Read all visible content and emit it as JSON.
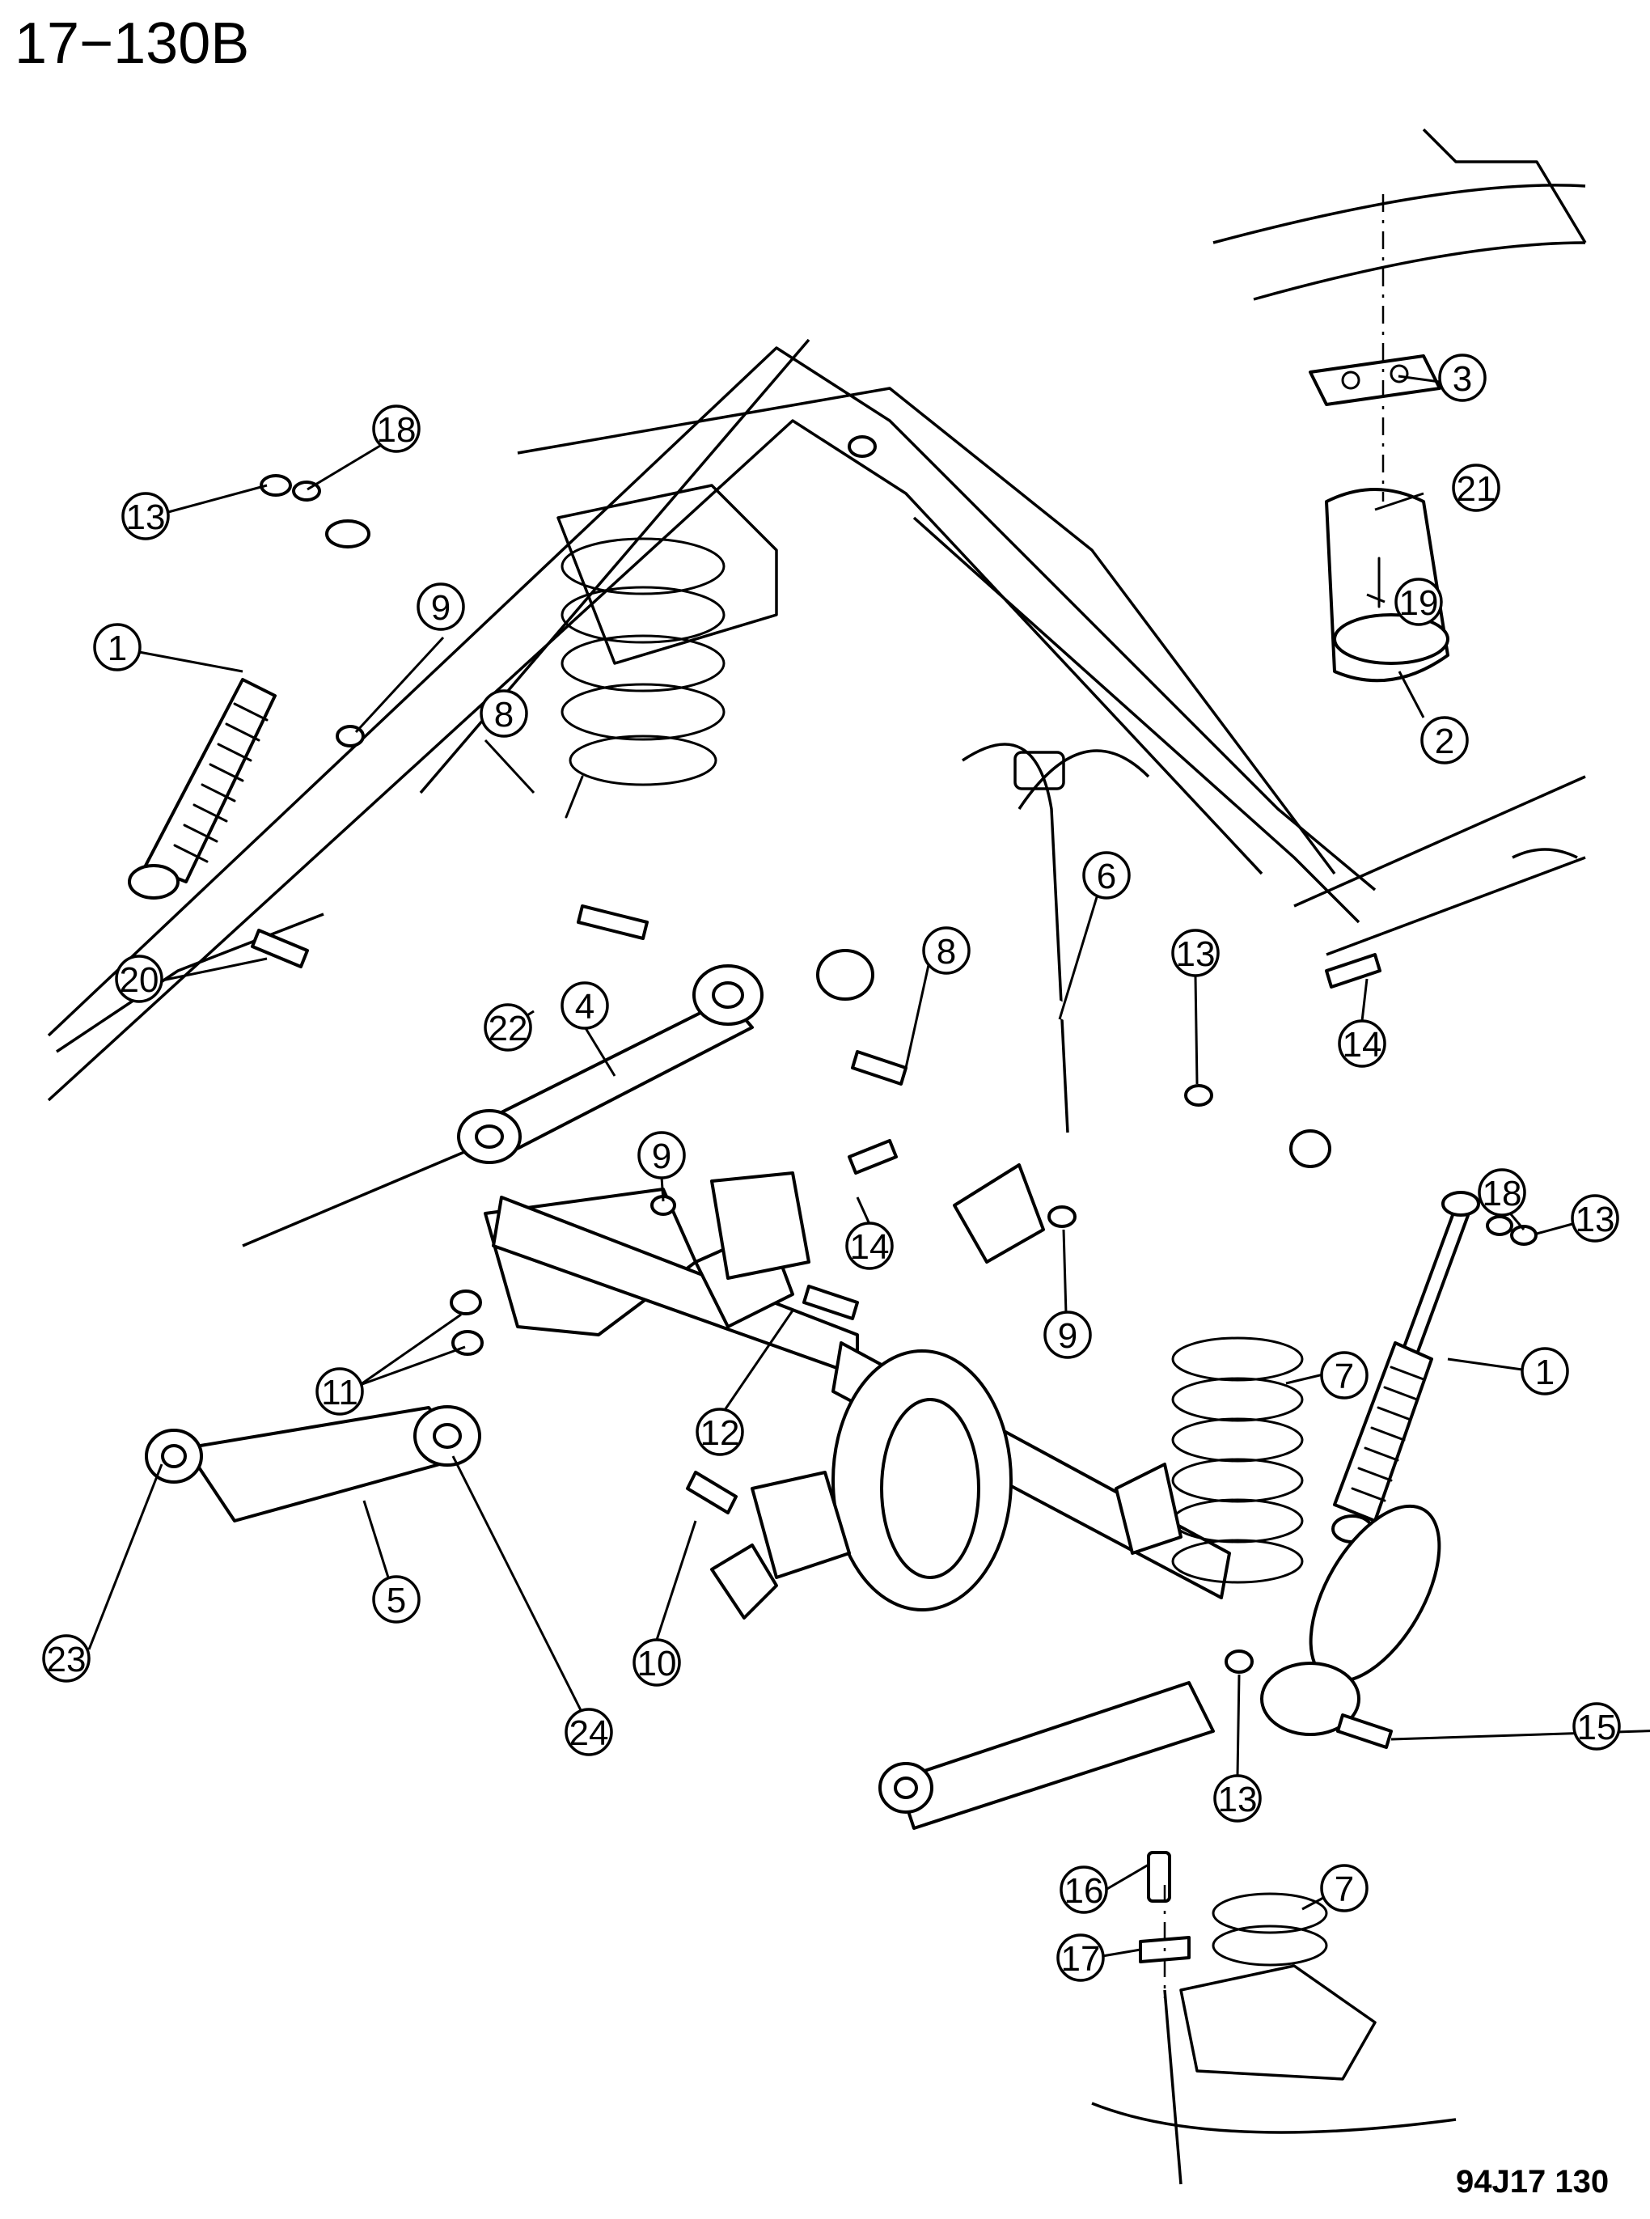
{
  "title": "17−130B",
  "figure_code": "94J17  130",
  "callouts": [
    {
      "id": "c1a",
      "label": "1"
    },
    {
      "id": "c1b",
      "label": "1"
    },
    {
      "id": "c2",
      "label": "2"
    },
    {
      "id": "c3",
      "label": "3"
    },
    {
      "id": "c4",
      "label": "4"
    },
    {
      "id": "c5",
      "label": "5"
    },
    {
      "id": "c6",
      "label": "6"
    },
    {
      "id": "c7a",
      "label": "7"
    },
    {
      "id": "c7b",
      "label": "7"
    },
    {
      "id": "c8a",
      "label": "8"
    },
    {
      "id": "c8b",
      "label": "8"
    },
    {
      "id": "c9a",
      "label": "9"
    },
    {
      "id": "c9b",
      "label": "9"
    },
    {
      "id": "c9c",
      "label": "9"
    },
    {
      "id": "c10",
      "label": "10"
    },
    {
      "id": "c11",
      "label": "11"
    },
    {
      "id": "c12",
      "label": "12"
    },
    {
      "id": "c13a",
      "label": "13"
    },
    {
      "id": "c13b",
      "label": "13"
    },
    {
      "id": "c13c",
      "label": "13"
    },
    {
      "id": "c13d",
      "label": "13"
    },
    {
      "id": "c14a",
      "label": "14"
    },
    {
      "id": "c14b",
      "label": "14"
    },
    {
      "id": "c15",
      "label": "15"
    },
    {
      "id": "c16",
      "label": "16"
    },
    {
      "id": "c17",
      "label": "17"
    },
    {
      "id": "c18a",
      "label": "18"
    },
    {
      "id": "c18b",
      "label": "18"
    },
    {
      "id": "c19",
      "label": "19"
    },
    {
      "id": "c20",
      "label": "20"
    },
    {
      "id": "c21",
      "label": "21"
    },
    {
      "id": "c22",
      "label": "22"
    },
    {
      "id": "c23",
      "label": "23"
    },
    {
      "id": "c24",
      "label": "24"
    }
  ]
}
